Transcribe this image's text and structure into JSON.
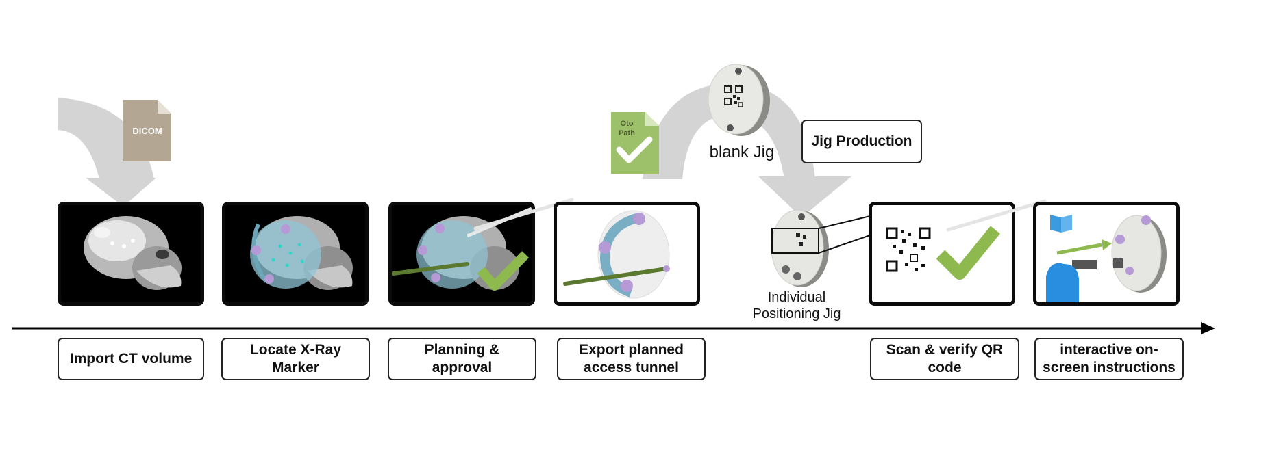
{
  "steps": [
    {
      "label": "Import CT volume"
    },
    {
      "label": "Locate X-Ray Marker"
    },
    {
      "label": "Planning & approval"
    },
    {
      "label": "Export planned access tunnel"
    },
    {
      "label": "Scan & verify QR code"
    },
    {
      "label": "interactive on-screen instructions"
    }
  ],
  "documents": {
    "dicom": "DICOM",
    "otopath_line1": "Oto",
    "otopath_line2": "Path"
  },
  "annotations": {
    "blank_jig": "blank Jig",
    "jig_production": "Jig Production",
    "individual_jig_line1": "Individual",
    "individual_jig_line2": "Positioning Jig"
  },
  "colors": {
    "arrow_gray": "#d4d4d4",
    "dicom_doc": "#b3a793",
    "otopath_doc": "#9dc06a",
    "check_green": "#8db94f",
    "marker_purple": "#b59ad6",
    "ring_blue": "#8fc6d6",
    "tool_green": "#5c7a2f",
    "hand_blue": "#2a8ee0"
  }
}
